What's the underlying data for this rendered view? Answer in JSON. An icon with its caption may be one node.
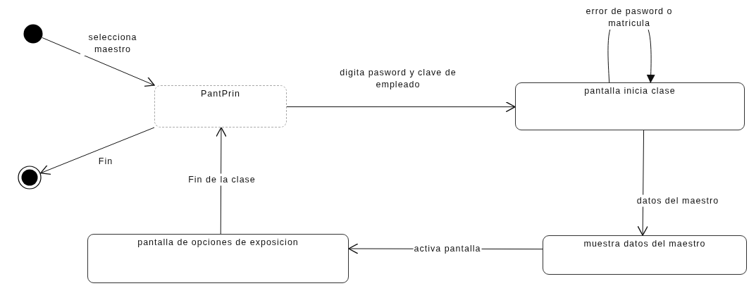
{
  "diagram": {
    "nodes": [
      {
        "text": [],
        "shape": "circle"
      },
      {
        "text": [
          "PantPrin"
        ]
      },
      {
        "text": [],
        "shape": "bullseye"
      },
      {
        "text": [
          "pantalla inicia clase"
        ]
      },
      {
        "text": [
          "muestra datos del maestro"
        ]
      },
      {
        "text": [
          "pantalla de opciones de exposicion"
        ]
      }
    ],
    "edges": [
      {
        "from": 0,
        "to": 1,
        "arrow": "to",
        "label": "selecciona maestro"
      },
      {
        "from": 1,
        "to": 3,
        "arrow": "to",
        "label": "digita pasword y clave de empleado"
      },
      {
        "from": 3,
        "to": 3,
        "arrow": "to",
        "label": "error de pasword o matricula"
      },
      {
        "from": 3,
        "to": 4,
        "arrow": "to",
        "label": "datos del maestro"
      },
      {
        "from": 4,
        "to": 5,
        "arrow": "to",
        "label": "activa pantalla"
      },
      {
        "from": 5,
        "to": 1,
        "arrow": "to",
        "label": "Fin de la clase"
      },
      {
        "from": 1,
        "to": 2,
        "arrow": "to",
        "label": "Fin"
      }
    ]
  }
}
